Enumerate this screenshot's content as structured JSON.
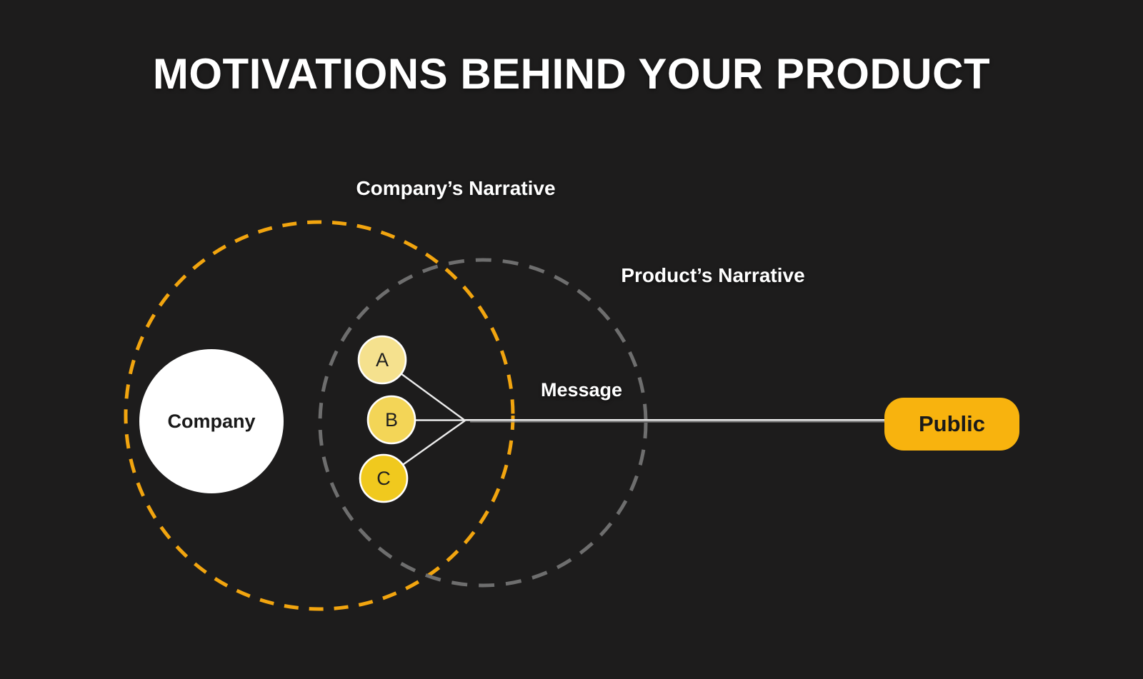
{
  "slide": {
    "title": "MOTIVATIONS BEHIND YOUR PRODUCT",
    "labels": {
      "company_narrative": "Company’s Narrative",
      "product_narrative": "Product’s Narrative",
      "message": "Message"
    },
    "nodes": {
      "company": "Company",
      "public": "Public",
      "motivations": [
        {
          "id": "A",
          "fill": "#F5E18E"
        },
        {
          "id": "B",
          "fill": "#F3D557"
        },
        {
          "id": "C",
          "fill": "#F0C91E"
        }
      ]
    },
    "colors": {
      "background": "#1D1C1C",
      "company_narrative_stroke": "#F2A50F",
      "product_narrative_stroke": "#6E6E6E",
      "company_fill": "#FFFFFF",
      "public_fill": "#F8B30E",
      "connector_line": "#ECECEC",
      "connector_shadow": "#8D8D8D",
      "node_border": "#FFFFFF",
      "text_light": "#FFFFFF",
      "text_dark": "#1A1A1A"
    }
  }
}
